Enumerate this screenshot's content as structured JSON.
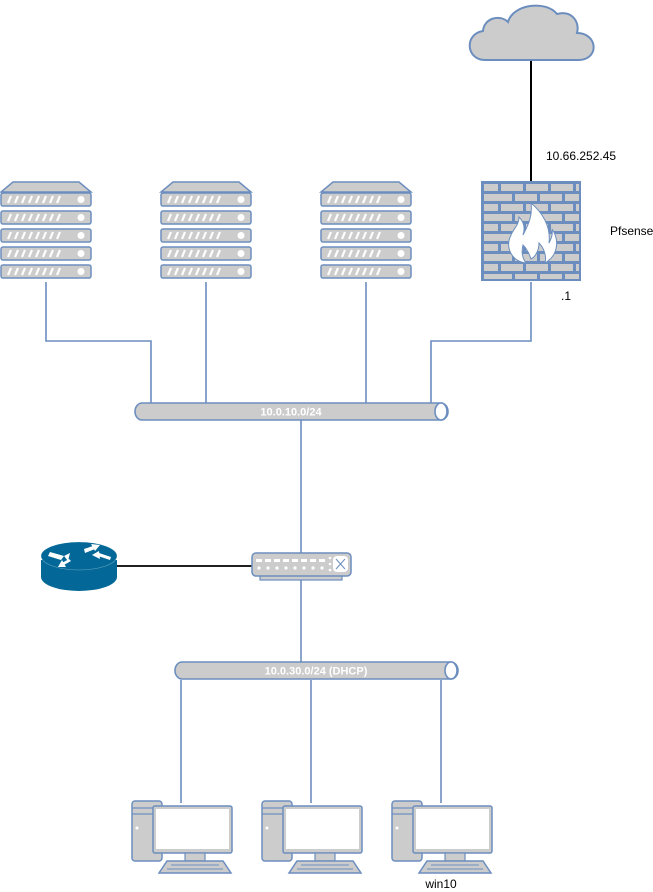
{
  "diagram": {
    "title": "Network topology",
    "colors": {
      "device_fill": "#cccccc",
      "device_stroke": "#6c8ebf",
      "router_fill": "#036897",
      "wire": "#6c8ebf",
      "wan_wire": "#000000"
    },
    "nodes": {
      "cloud": {
        "label": "",
        "type": "internet-cloud"
      },
      "firewall": {
        "label": "Pfsense",
        "type": "firewall",
        "wan_ip": "10.66.252.45",
        "lan_ip": ".1"
      },
      "servers": [
        {
          "label": "",
          "type": "server-rack"
        },
        {
          "label": "",
          "type": "server-rack"
        },
        {
          "label": "",
          "type": "server-rack"
        }
      ],
      "router": {
        "label": "",
        "type": "router"
      },
      "switch": {
        "label": "",
        "type": "switch"
      },
      "workstations": [
        {
          "label": "",
          "type": "workstation"
        },
        {
          "label": "",
          "type": "workstation"
        },
        {
          "label": "win10",
          "type": "workstation"
        }
      ]
    },
    "buses": [
      {
        "label": "10.0.10.0/24"
      },
      {
        "label": "10.0.30.0/24 (DHCP)"
      }
    ]
  }
}
